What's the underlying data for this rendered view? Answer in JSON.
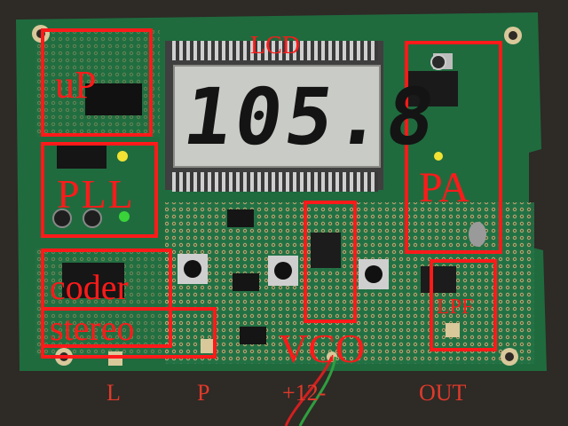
{
  "photo": {
    "lcd_readout": "105.8",
    "labels": {
      "up": "uP",
      "lcd": "LCD",
      "pll": "PLL",
      "pa": "PA",
      "coder": "coder",
      "stereo": "stereo",
      "lpf": "LPF",
      "vco": "VCO"
    },
    "connector_labels": {
      "l": "L",
      "p": "P",
      "power": "+12-",
      "out": "OUT"
    },
    "colors": {
      "pcb": "#1f6b3e",
      "annotation": "#ff1a1a",
      "lcd_glass": "#c9cbc6"
    }
  }
}
